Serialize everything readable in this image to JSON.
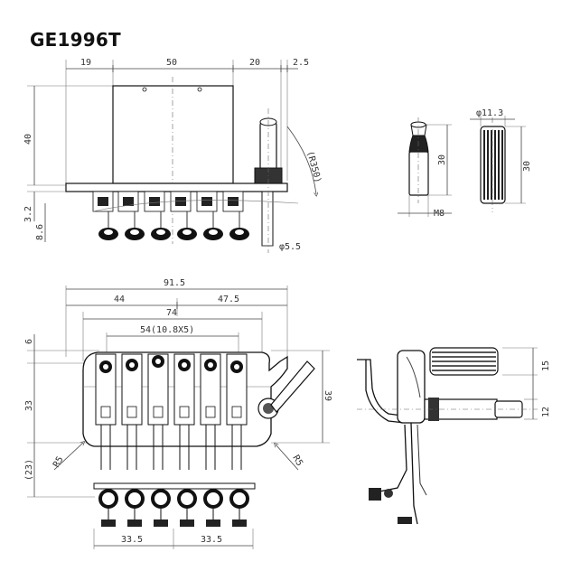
{
  "title": "GE1996T",
  "top_view": {
    "widths": [
      "19",
      "50",
      "20",
      "2.5"
    ],
    "height": "40",
    "thickness": "3.2",
    "saddle_height": "8.6",
    "radius": "(R350)",
    "arm_diameter": "φ5.5"
  },
  "nut_view": {
    "length": "30",
    "thread": "M8"
  },
  "cap_view": {
    "diameter": "φ11.3",
    "length": "30"
  },
  "front_view": {
    "total_width": "91.5",
    "left_span": "44",
    "right_span": "47.5",
    "post_spacing": "74",
    "string_spacing": "54(10.8X5)",
    "top_offset": "6",
    "body_height": "33",
    "overall_height": "39",
    "lower_height": "(23)",
    "left_radius": "R5",
    "right_radius": "R5",
    "bottom_left": "33.5",
    "bottom_right": "33.5"
  },
  "side_view": {
    "height_upper": "15",
    "height_lower": "12"
  }
}
